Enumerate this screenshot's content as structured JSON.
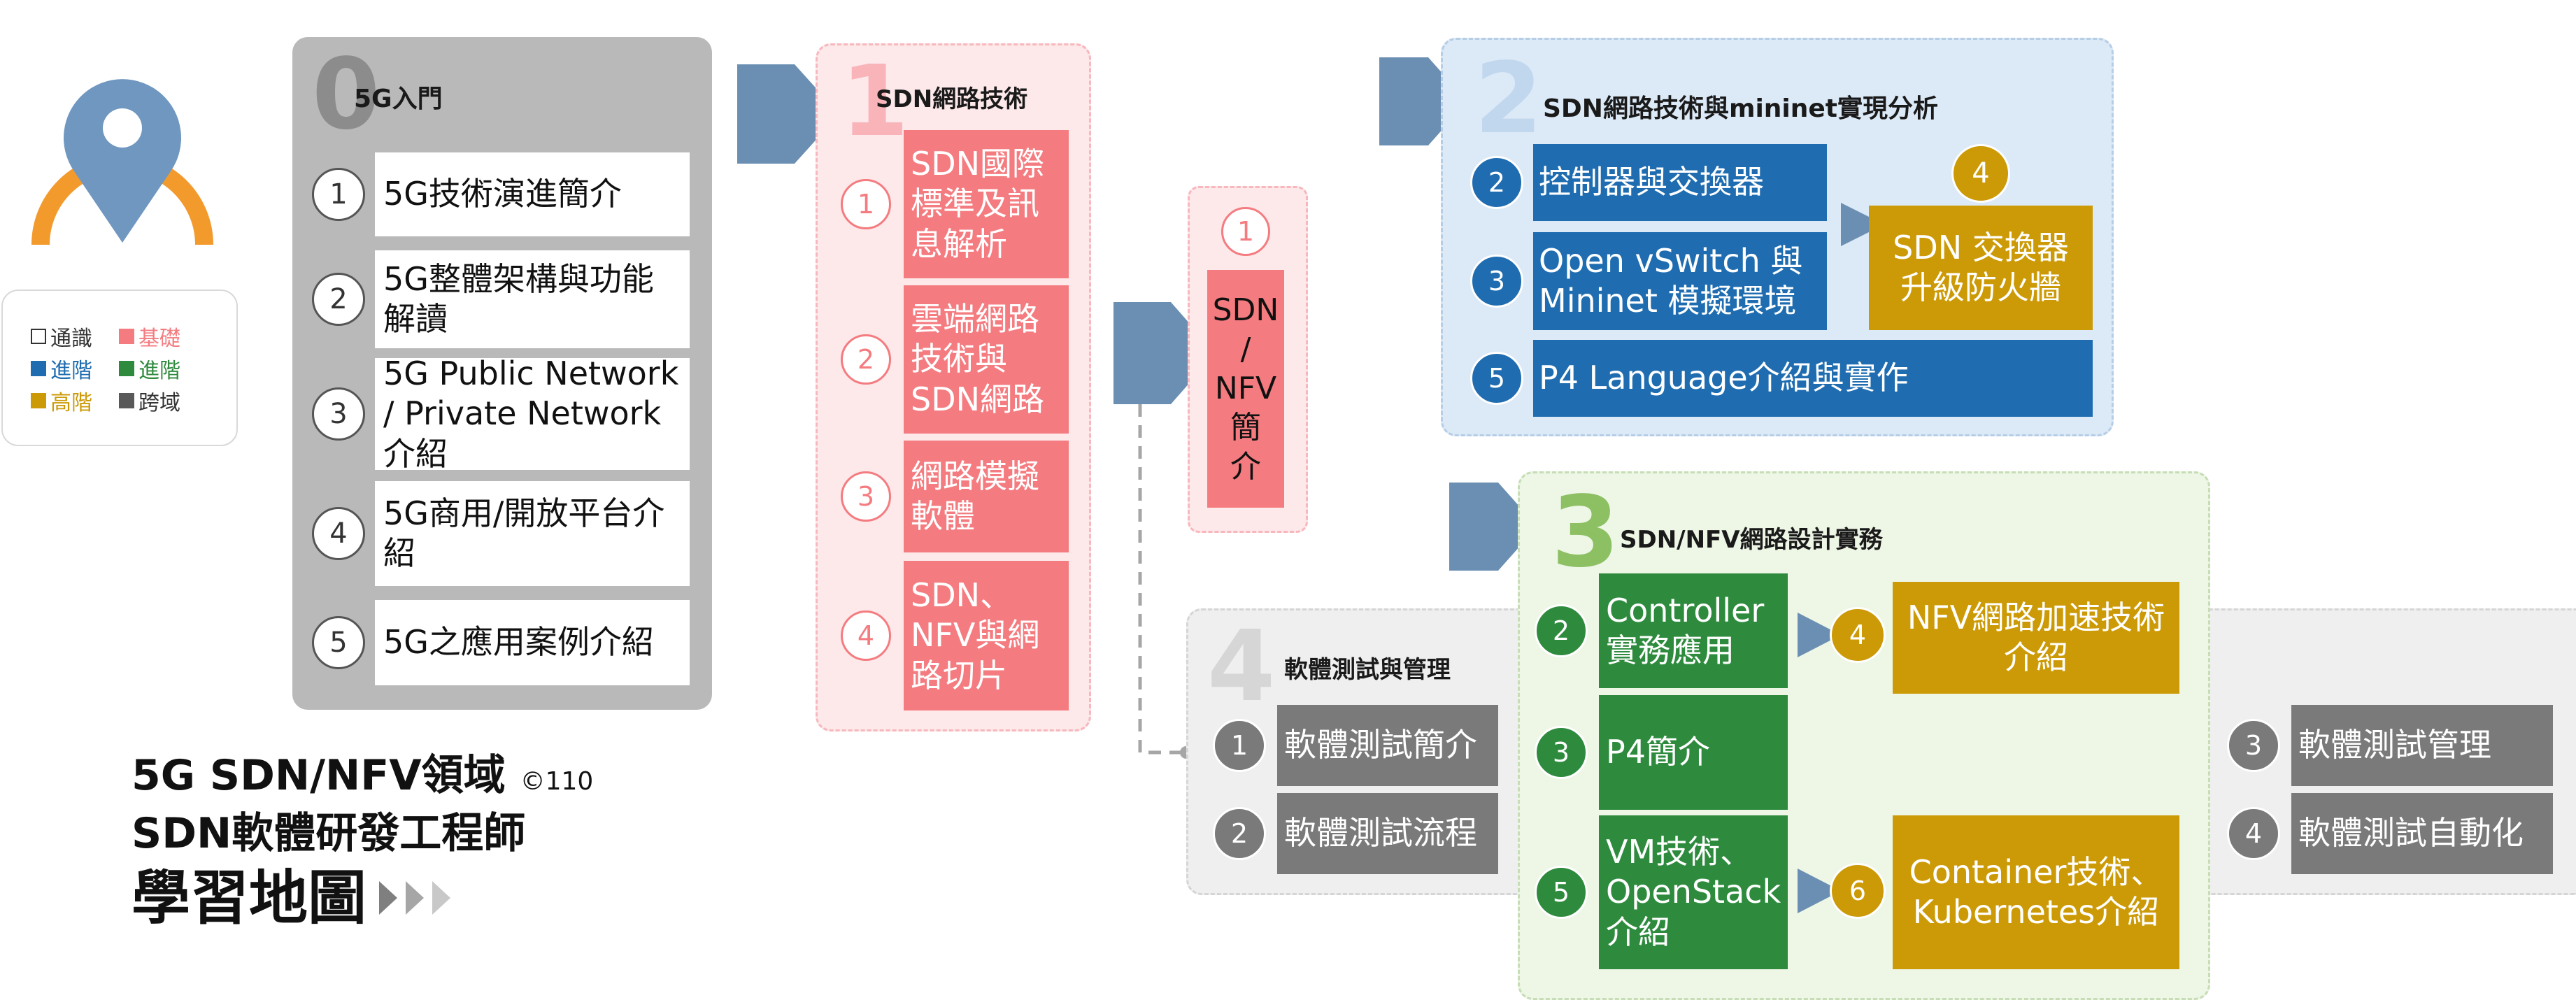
{
  "colors": {
    "red": "#f47c80",
    "red_panel": "#fde8ea",
    "blue": "#1f6db0",
    "blue_panel": "#dce9f6",
    "green": "#2e8b3e",
    "green_panel": "#eef6e6",
    "gold": "#cc9a06",
    "gray_dark": "#7a7a7a",
    "gray_panel": "#b9b9b9",
    "gray_light_panel": "#efefef",
    "arrow": "#6b8fb3",
    "pin_blue": "#6f97c0",
    "pin_orange": "#f39a2d"
  },
  "icons": {
    "location_pin": "location-pin-icon",
    "arrow": "chevron-arrow-icon",
    "triple_arrow": "triple-arrow-icon"
  },
  "legend": {
    "items": [
      {
        "label": "通識",
        "color": "#ffffff"
      },
      {
        "label": "基礎",
        "color": "#f47c80"
      },
      {
        "label": "進階",
        "color": "#1f6db0"
      },
      {
        "label": "進階",
        "color": "#2e8b3e"
      },
      {
        "label": "高階",
        "color": "#cc9a06"
      },
      {
        "label": "跨域",
        "color": "#595959"
      }
    ]
  },
  "title": {
    "line1": "5G SDN/NFV領域",
    "copyright": "©110",
    "line2": "SDN軟體研發工程師",
    "line3": "學習地圖"
  },
  "panel0": {
    "num": "0",
    "title": "5G入門",
    "items": [
      {
        "num": "1",
        "text": "5G技術演進簡介"
      },
      {
        "num": "2",
        "text": "5G整體架構與功能解讀"
      },
      {
        "num": "3",
        "text": "5G Public Network / Private Network介紹"
      },
      {
        "num": "4",
        "text": "5G商用/開放平台介紹"
      },
      {
        "num": "5",
        "text": "5G之應用案例介紹"
      }
    ]
  },
  "panel1": {
    "num": "1",
    "title": "SDN網路技術",
    "items": [
      {
        "num": "1",
        "text": "SDN國際標準及訊息解析"
      },
      {
        "num": "2",
        "text": "雲端網路技術與SDN網路"
      },
      {
        "num": "3",
        "text": "網路模擬軟體"
      },
      {
        "num": "4",
        "text": "SDN、NFV與網路切片"
      }
    ]
  },
  "sdnnfv": {
    "num": "1",
    "lines": [
      "SDN",
      "/",
      "NFV",
      "簡",
      "介"
    ]
  },
  "panel2": {
    "num": "2",
    "title": "SDN網路技術與mininet實現分析",
    "items": [
      {
        "num": "2",
        "text": "控制器與交換器"
      },
      {
        "num": "3",
        "text": "Open vSwitch 與Mininet 模擬環境"
      },
      {
        "num": "5",
        "text": "P4 Language介紹與實作"
      }
    ],
    "gold": {
      "num": "4",
      "text": "SDN 交換器升級防火牆"
    }
  },
  "panel3": {
    "num": "3",
    "title": "SDN/NFV網路設計實務",
    "items": [
      {
        "num": "2",
        "text": "Controller實務應用"
      },
      {
        "num": "3",
        "text": "P4簡介"
      },
      {
        "num": "5",
        "text": "VM技術、OpenStack介紹"
      }
    ],
    "gold": [
      {
        "num": "4",
        "text": "NFV網路加速技術介紹"
      },
      {
        "num": "6",
        "text": "Container技術、Kubernetes介紹"
      }
    ]
  },
  "panel4": {
    "num": "4",
    "title": "軟體測試與管理",
    "left": [
      {
        "num": "1",
        "text": "軟體測試簡介"
      },
      {
        "num": "2",
        "text": "軟體測試流程"
      }
    ],
    "right": [
      {
        "num": "3",
        "text": "軟體測試管理"
      },
      {
        "num": "4",
        "text": "軟體測試自動化"
      }
    ]
  }
}
